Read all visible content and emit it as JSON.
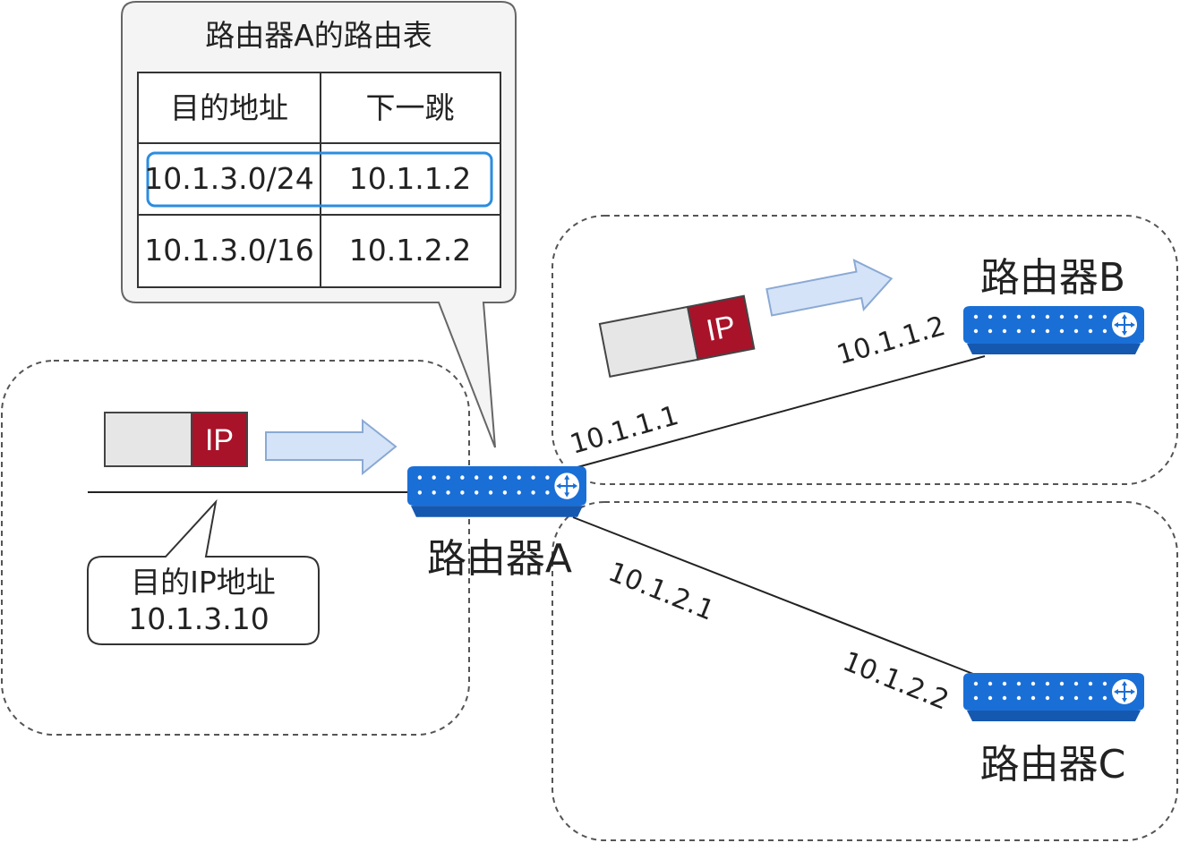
{
  "routing_table": {
    "title": "路由器A的路由表",
    "headers": [
      "目的地址",
      "下一跳"
    ],
    "rows": [
      {
        "destination": "10.1.3.0/24",
        "next_hop": "10.1.1.2",
        "highlighted": true
      },
      {
        "destination": "10.1.3.0/16",
        "next_hop": "10.1.2.2",
        "highlighted": false
      }
    ]
  },
  "routers": {
    "a": "路由器A",
    "b": "路由器B",
    "c": "路由器C"
  },
  "interfaces": {
    "a_to_b": "10.1.1.1",
    "b_side": "10.1.1.2",
    "a_to_c": "10.1.2.1",
    "c_side": "10.1.2.2"
  },
  "packets": {
    "incoming_tag": "IP",
    "forwarded_tag": "IP"
  },
  "destination_callout": {
    "label": "目的IP地址",
    "value": "10.1.3.10"
  },
  "colors": {
    "router_blue": "#1a6fd6",
    "ip_tag_red": "#a8132a",
    "arrow_fill": "#d4e3f7",
    "highlight_border": "#2b8de0"
  }
}
